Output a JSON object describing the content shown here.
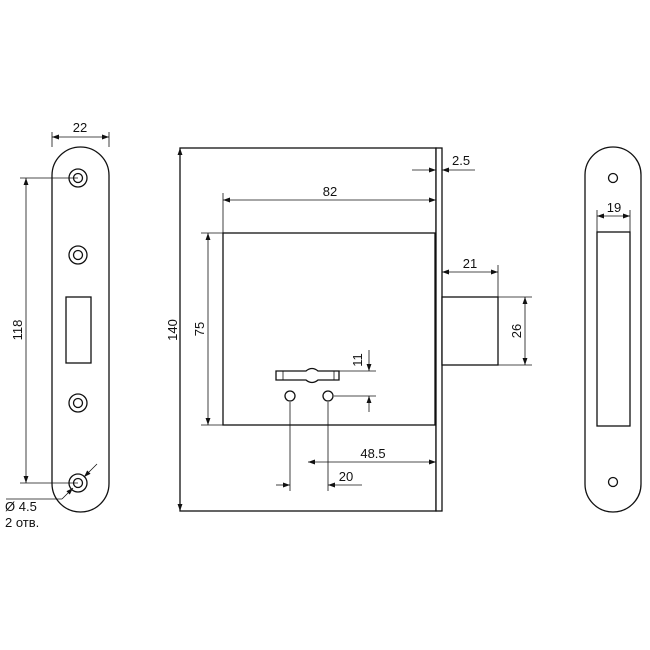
{
  "dimensions": {
    "front_plate_width": "22",
    "front_plate_screw_spacing": "118",
    "screw_hole_diameter": "Ø 4.5",
    "screw_hole_count": "2 отв.",
    "lock_height": "140",
    "lock_body_width": "82",
    "front_plate_thickness": "2.5",
    "lock_body_height": "75",
    "bolt_throw": "21",
    "bolt_height": "26",
    "key_slot_height": "11",
    "backset": "48.5",
    "hole_spacing": "20",
    "strike_opening_width": "19"
  }
}
